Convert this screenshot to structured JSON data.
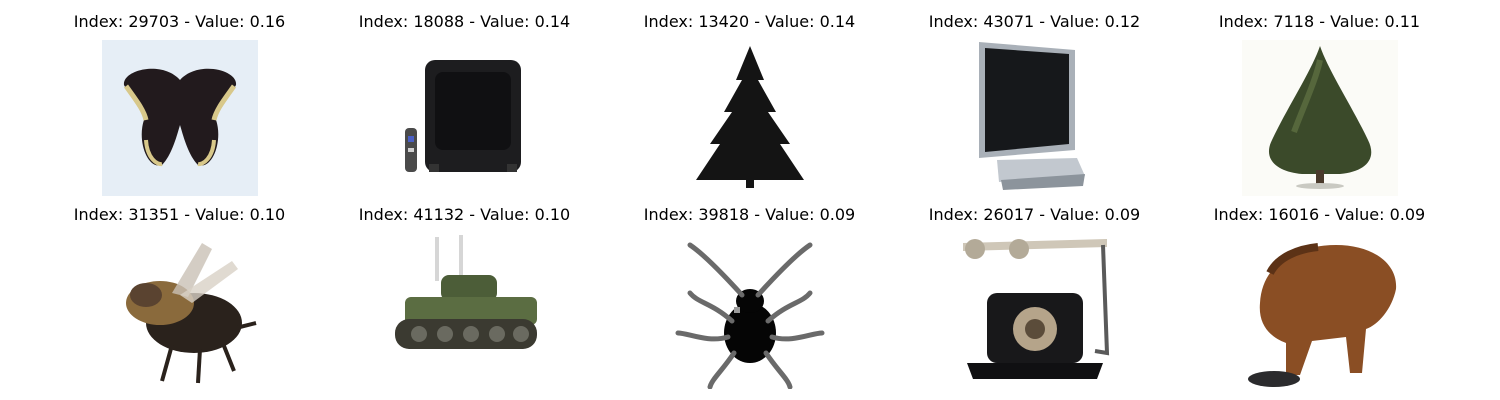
{
  "panels": [
    {
      "title": "Index: 29703 - Value: 0.16",
      "icon": "butterfly-image"
    },
    {
      "title": "Index: 18088 - Value: 0.14",
      "icon": "crt-television-image"
    },
    {
      "title": "Index: 13420 - Value: 0.14",
      "icon": "pine-tree-silhouette-image"
    },
    {
      "title": "Index: 43071 - Value: 0.12",
      "icon": "flatscreen-tv-image"
    },
    {
      "title": "Index: 7118 - Value: 0.11",
      "icon": "tree-image"
    },
    {
      "title": "Index: 31351 - Value: 0.10",
      "icon": "bee-image"
    },
    {
      "title": "Index: 41132 - Value: 0.10",
      "icon": "tank-image"
    },
    {
      "title": "Index: 39818 - Value: 0.09",
      "icon": "spider-image"
    },
    {
      "title": "Index: 26017 - Value: 0.09",
      "icon": "telephone-image"
    },
    {
      "title": "Index: 16016 - Value: 0.09",
      "icon": "bison-image"
    }
  ]
}
